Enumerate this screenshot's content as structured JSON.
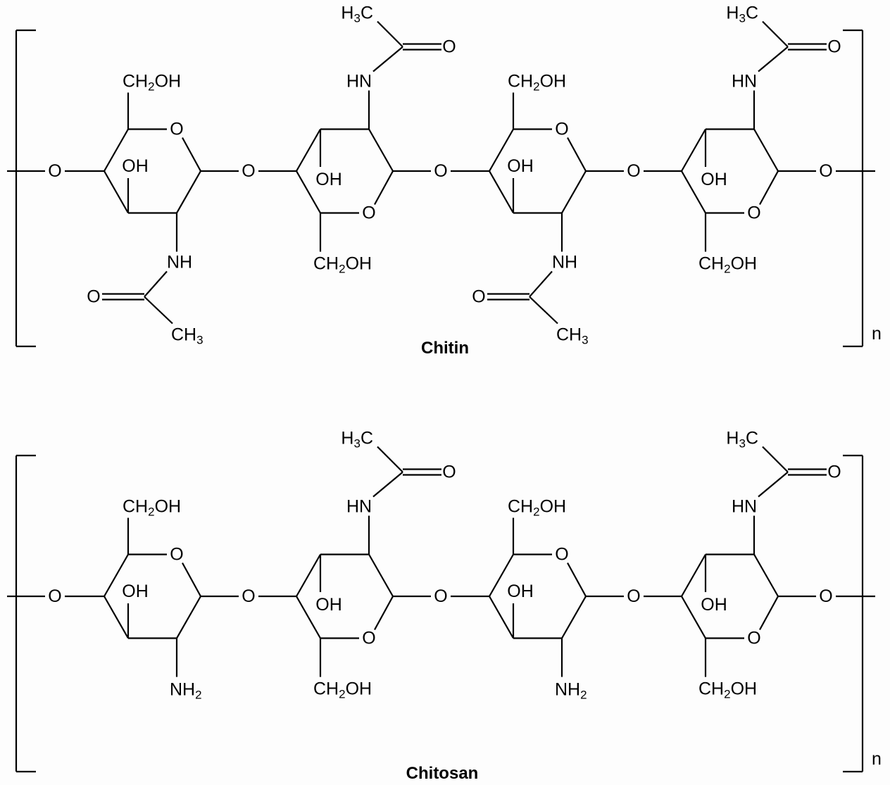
{
  "figure": {
    "structures": [
      {
        "name": "chitin",
        "caption": "Chitin",
        "repeat_label": "n",
        "units": [
          {
            "orientation": "up",
            "c6_group": "CH2OH",
            "c3_group": "OH",
            "c2_group": "NH-acetyl"
          },
          {
            "orientation": "down",
            "c6_group": "CH2OH",
            "c3_group": "OH",
            "c2_group": "NH-acetyl"
          },
          {
            "orientation": "up",
            "c6_group": "CH2OH",
            "c3_group": "OH",
            "c2_group": "NH-acetyl"
          },
          {
            "orientation": "down",
            "c6_group": "CH2OH",
            "c3_group": "OH",
            "c2_group": "NH-acetyl"
          }
        ]
      },
      {
        "name": "chitosan",
        "caption": "Chitosan",
        "repeat_label": "n",
        "units": [
          {
            "orientation": "up",
            "c6_group": "CH2OH",
            "c3_group": "OH",
            "c2_group": "NH2"
          },
          {
            "orientation": "down",
            "c6_group": "CH2OH",
            "c3_group": "OH",
            "c2_group": "NH-acetyl"
          },
          {
            "orientation": "up",
            "c6_group": "CH2OH",
            "c3_group": "OH",
            "c2_group": "NH2"
          },
          {
            "orientation": "down",
            "c6_group": "CH2OH",
            "c3_group": "OH",
            "c2_group": "NH-acetyl"
          }
        ]
      }
    ],
    "atom_labels": {
      "ring_oxygen": "O",
      "glycosidic_oxygen": "O",
      "hydroxyl": "OH",
      "hydroxymethyl": [
        "CH",
        "2",
        "OH"
      ],
      "amide_nh_up": "HN",
      "amide_nh_down": "NH",
      "amine": [
        "NH",
        "2"
      ],
      "methyl_up": [
        "H",
        "3",
        "C"
      ],
      "methyl_down": [
        "CH",
        "3"
      ],
      "carbonyl_oxygen": "O"
    }
  }
}
